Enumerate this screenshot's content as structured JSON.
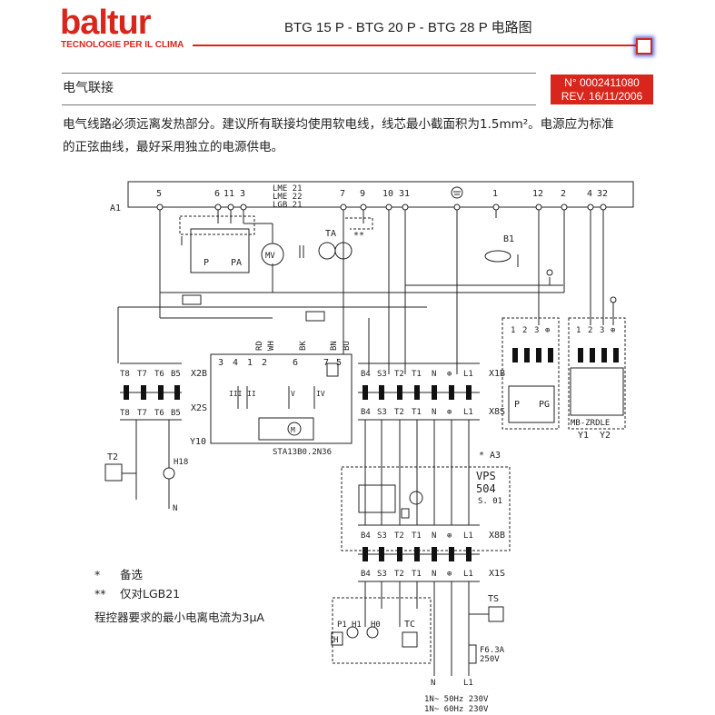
{
  "header": {
    "brand": "baltur",
    "tagline": "TECNOLOGIE PER IL CLIMA",
    "title": "BTG 15 P - BTG 20 P - BTG 28 P 电路图",
    "colors": {
      "brand_red": "#d9261c",
      "highlight_blue": "#1e3cdc"
    }
  },
  "section": {
    "title": "电气联接",
    "doc_number": "N° 0002411080",
    "revision": "REV. 16/11/2006"
  },
  "intro": {
    "line1": "电气线路必须远离发热部分。建议所有联接均使用软电线，线芯最小截面积为1.5mm²。电源应为标准",
    "line2": "的正弦曲线，最好采用独立的电源供电。"
  },
  "diagram": {
    "a1": "A1",
    "controller_models": [
      "LME 21",
      "LME 22",
      "LGB 21"
    ],
    "a1_terminals": [
      "5",
      "6",
      "11",
      "3",
      "7",
      "9",
      "10",
      "31",
      "1",
      "12",
      "2",
      "4",
      "32"
    ],
    "double_star": "**",
    "ta": "TA",
    "mv": "MV",
    "pa": "PA",
    "p": "P",
    "b1": "B1",
    "wire_colors": [
      "RD",
      "WH",
      "BK",
      "BN",
      "BU"
    ],
    "y10_numbers": [
      "3",
      "4",
      "1",
      "2",
      "6",
      "7",
      "5"
    ],
    "roman": [
      "III",
      "II",
      "V",
      "IV"
    ],
    "m": "M",
    "y10": "Y10",
    "actuator": "STA13B0.2N36",
    "x2b": "X2B",
    "x2s": "X2S",
    "x2_pins": [
      "T8",
      "T7",
      "T6",
      "B5"
    ],
    "x1b": "X1B",
    "x8s": "X8S",
    "x8b": "X8B",
    "x1s": "X1S",
    "x1_pins": [
      "B4",
      "S3",
      "T2",
      "T1",
      "N",
      "⊕",
      "L1"
    ],
    "a3": "* A3",
    "vps": [
      "VPS",
      "504",
      "S. 01"
    ],
    "pg": "PG",
    "pg_pins": [
      "1",
      "2",
      "3",
      "⊕"
    ],
    "mb": "MB-ZRDLE",
    "y1": "Y1",
    "y2": "Y2",
    "t2": "T2",
    "h18": "H18",
    "n": "N",
    "ts": "TS",
    "tc": "TC",
    "p1": "P1",
    "h1": "H1",
    "h0": "H0",
    "h": "H",
    "fuse": [
      "F6.3A",
      "250V"
    ],
    "supply_labels": [
      "N",
      "L1"
    ],
    "supply1": "1N~ 50Hz 230V",
    "supply2": "1N~ 60Hz 230V"
  },
  "legend": {
    "optional_symbol": "*",
    "optional_text": "备选",
    "lgb_symbol": "**",
    "lgb_text": "仅对LGB21",
    "current_note": "程控器要求的最小电离电流为3μA"
  }
}
